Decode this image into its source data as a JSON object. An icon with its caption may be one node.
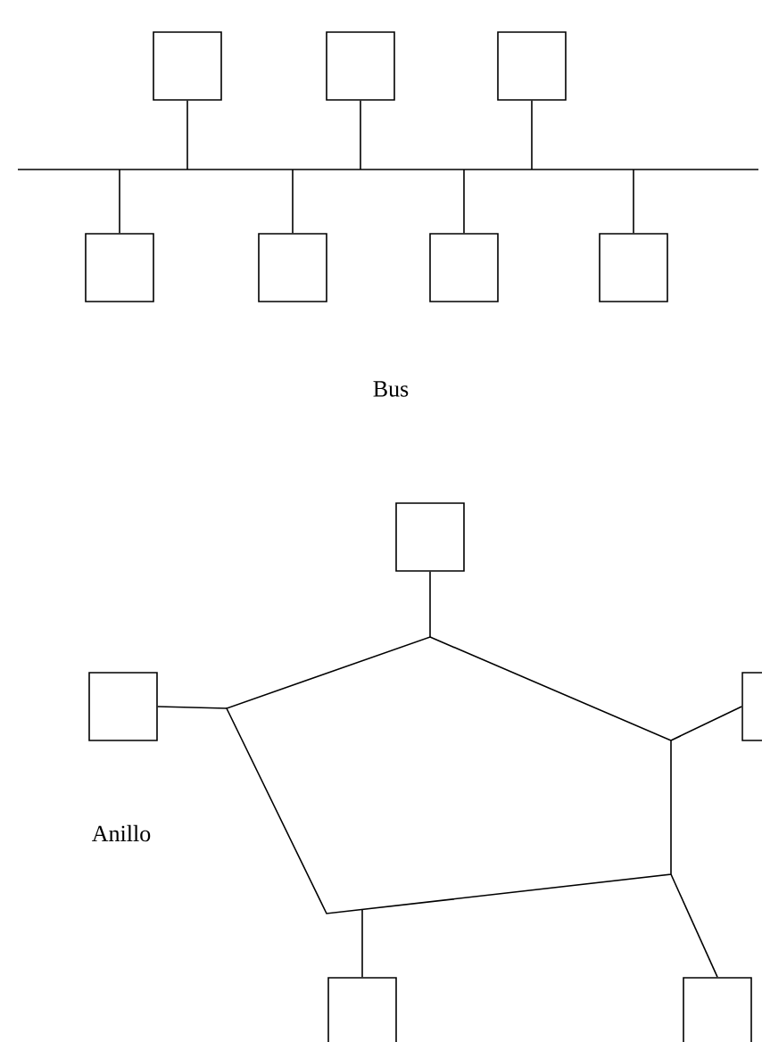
{
  "diagram": {
    "nodes": [
      {
        "text": [],
        "shape": "bar"
      },
      {
        "text": [],
        "shape": "box"
      },
      {
        "text": [],
        "shape": "box"
      },
      {
        "text": [],
        "shape": "box"
      },
      {
        "text": [],
        "shape": "box"
      },
      {
        "text": [],
        "shape": "box"
      },
      {
        "text": [],
        "shape": "box"
      },
      {
        "text": [],
        "shape": "box"
      },
      {
        "text": [],
        "shape": "pentagon"
      },
      {
        "text": [],
        "shape": "box"
      },
      {
        "text": [],
        "shape": "box"
      },
      {
        "text": [],
        "shape": "box"
      },
      {
        "text": [],
        "shape": "box"
      },
      {
        "text": [],
        "shape": "box"
      }
    ],
    "edges": [
      {
        "from": 1,
        "to": 0,
        "arrow": "none"
      },
      {
        "from": 2,
        "to": 0,
        "arrow": "none"
      },
      {
        "from": 3,
        "to": 0,
        "arrow": "none"
      },
      {
        "from": 4,
        "to": 0,
        "arrow": "none"
      },
      {
        "from": 5,
        "to": 0,
        "arrow": "none"
      },
      {
        "from": 6,
        "to": 0,
        "arrow": "none"
      },
      {
        "from": 7,
        "to": 0,
        "arrow": "none"
      },
      {
        "from": 9,
        "to": 8,
        "arrow": "none"
      },
      {
        "from": 10,
        "to": 8,
        "arrow": "none"
      },
      {
        "from": 11,
        "to": 8,
        "arrow": "none"
      },
      {
        "from": 12,
        "to": 8,
        "arrow": "none"
      },
      {
        "from": 13,
        "to": 8,
        "arrow": "none"
      }
    ],
    "labels": [
      "Bus",
      "Anillo"
    ]
  }
}
